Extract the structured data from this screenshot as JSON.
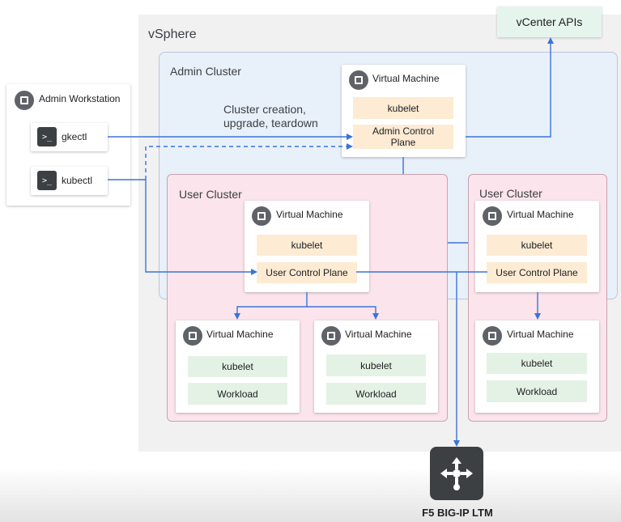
{
  "diagram": {
    "vsphere_label": "vSphere",
    "vcenter_label": "vCenter APIs",
    "admin_cluster_label": "Admin Cluster",
    "user_cluster_label": "User Cluster",
    "user_cluster_2_label": "User Cluster",
    "admin_workstation": {
      "title": "Admin Workstation",
      "tools": [
        "gkectl",
        "kubectl"
      ]
    },
    "admin_caption": "Cluster creation,\nupgrade, teardown",
    "vm_label": "Virtual Machine",
    "kubelet_label": "kubelet",
    "workload_label": "Workload",
    "admin_control_plane_label": "Admin Control\nPlane",
    "user_control_plane_label": "User Control Plane",
    "load_balancer_label": "F5 BIG-IP LTM",
    "colors": {
      "admin_cluster_bg": "#e8f0fa",
      "user_cluster_bg": "#fce4ec",
      "control_plane_bg": "#fdebd3",
      "workload_bg": "#e4f2e5",
      "vcenter_bg": "#e6f4ee",
      "connector": "#3b73d9"
    },
    "icons": [
      "chip-icon",
      "terminal-icon",
      "load-balancer-icon",
      "arrow-icon"
    ]
  }
}
